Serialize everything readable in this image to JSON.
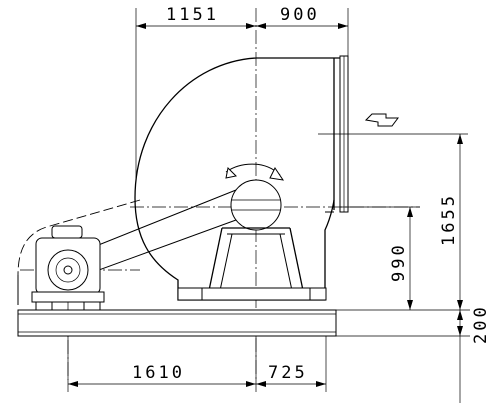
{
  "dimensions": {
    "top_left": "1151",
    "top_right": "900",
    "right_height": "1655",
    "shaft_height": "990",
    "base_height": "200",
    "bottom_left": "1610",
    "bottom_right": "725"
  },
  "icons": {
    "airflow": "flow-arrow-icon",
    "rotation": "rotation-arrow-icon"
  }
}
